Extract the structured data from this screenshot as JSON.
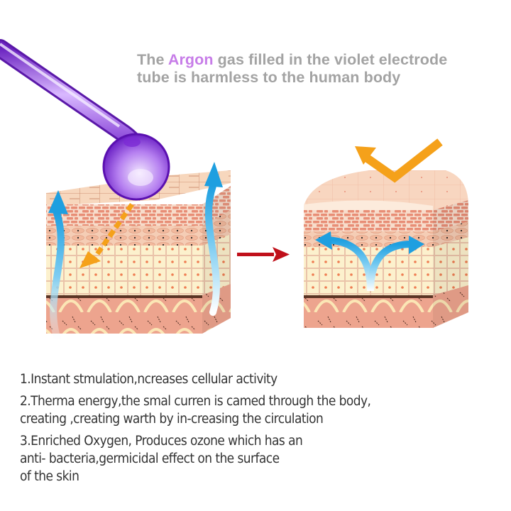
{
  "headline": {
    "part1": "The ",
    "accent_word": "Argon",
    "part2": " gas filled in the violet electrode",
    "line2": "tube is harmless to the human body",
    "text_color": "#a3a3a3",
    "accent_color": "#c77de8"
  },
  "diagram": {
    "before_panel": {
      "label": "skin-before-treatment",
      "elements": [
        "violet-electrode-tube",
        "skin-block",
        "blue-circulation-arrows",
        "orange-energy-arrow"
      ]
    },
    "transition_arrow": {
      "color": "#c0101a"
    },
    "after_panel": {
      "label": "skin-after-treatment",
      "elements": [
        "skin-block",
        "blue-spreading-arrow",
        "orange-check-arrow"
      ]
    },
    "colors": {
      "violet": "#8a3fd6",
      "blue_arrow": "#2fa6e0",
      "orange_arrow": "#f5a11a",
      "skin_top": "#f6d2b4",
      "brick": "#e8907a",
      "cell_layer": "#fbeec4",
      "dermis": "#eba08a"
    }
  },
  "benefits": [
    {
      "lines": [
        "1.Instant stmulation,ncreases cellular activity"
      ]
    },
    {
      "lines": [
        "2.Therma energy,the smal curren is camed through the body,",
        "creating ,creating warth by in-creasing the circulation"
      ]
    },
    {
      "lines": [
        "3.Enriched Oxygen, Produces ozone which has an",
        "anti- bacteria,germicidal effect on the surface",
        "of the skin"
      ]
    }
  ]
}
